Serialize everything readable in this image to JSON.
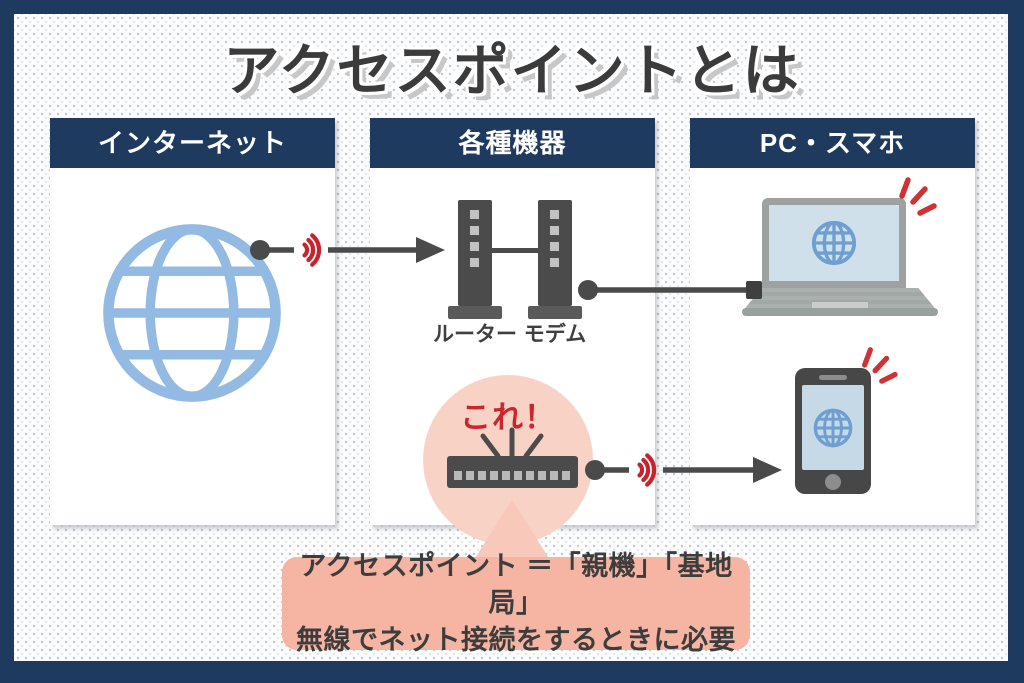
{
  "title": "アクセスポイントとは",
  "panels": {
    "internet": {
      "header": "インターネット"
    },
    "devices": {
      "header": "各種機器",
      "router_label": "ルーター",
      "modem_label": "モデム",
      "highlight_label": "これ！"
    },
    "client": {
      "header": "PC・スマホ"
    }
  },
  "callout": {
    "line1": "アクセスポイント ＝「親機」「基地局」",
    "line2": "無線でネット接続をするときに必要"
  },
  "colors": {
    "frame_navy": "#1e3a5e",
    "header_navy": "#1e3a5e",
    "globe_blue": "#93bae2",
    "screen_blue": "#cfe0eb",
    "device_gray": "#4b4b4b",
    "signal_red": "#c8232c",
    "highlight_pink": "#f9d2c6",
    "callout_salmon": "#f5b5a2",
    "title_gray": "#3b3b3b"
  }
}
